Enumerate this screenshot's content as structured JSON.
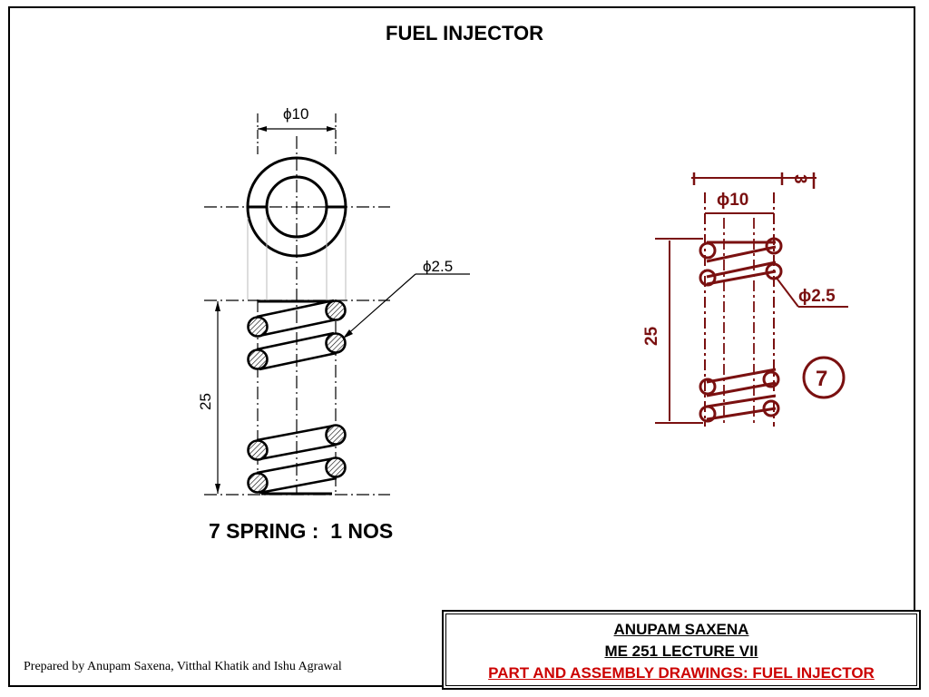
{
  "title": "FUEL INJECTOR",
  "part_caption": "7 SPRING :  1 NOS",
  "left_drawing": {
    "dia_outer": "ϕ10",
    "dia_wire": "ϕ2.5",
    "length": "25"
  },
  "reference_drawing": {
    "dim_top": "3",
    "dia_outer": "ϕ10",
    "dia_wire": "ϕ2.5",
    "length": "25",
    "part_number": "7"
  },
  "prepared_by": "Prepared by Anupam Saxena, Vitthal Khatik and Ishu Agrawal",
  "title_block": {
    "author": "ANUPAM SAXENA",
    "course": "ME 251 LECTURE VII",
    "subject": "PART AND ASSEMBLY DRAWINGS: FUEL INJECTOR"
  },
  "colors": {
    "line": "#000000",
    "reference_ink": "#7a1010",
    "subject_red": "#cc0000"
  }
}
